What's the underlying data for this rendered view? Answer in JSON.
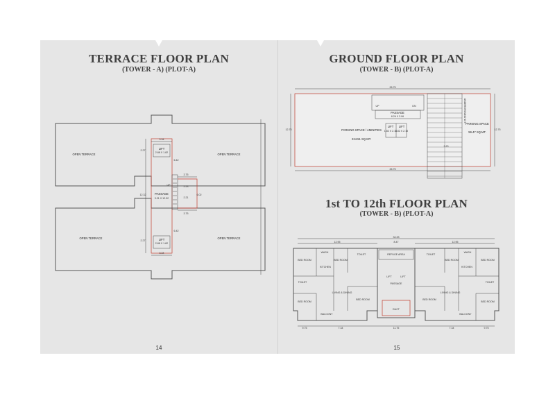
{
  "left_page": {
    "title": "TERRACE FLOOR PLAN",
    "subtitle": "(TOWER - A) (PLOT-A)",
    "page_number": "14",
    "plan": {
      "open_terrace": "OPEN TERRACE",
      "lift_top": "LIFT",
      "lift_top_size": "2.88 X 1.82",
      "lift_bottom": "LIFT",
      "lift_bottom_size": "2.88 X 1.82",
      "passage": "PASSAGE",
      "passage_size": "3.21 X 12.32",
      "up": "UP",
      "dims": [
        "3.34",
        "2.27",
        "6.42",
        "3.75",
        "2.23",
        "2.21",
        "6.02",
        "12.32",
        "3.75",
        "2.27",
        "6.42",
        "3.34"
      ]
    }
  },
  "right_page": {
    "ground": {
      "title": "GROUND FLOOR PLAN",
      "subtitle": "(TOWER - B) (PLOT-A)",
      "parking_amenities": "PARKING SPACE / AMINITIES",
      "parking_amenities_area": "224.51 SQ.MT.",
      "parking_space": "PARKING SPACE",
      "parking_space_area": "59.47 SQ.MT.",
      "passage": "PASSAGE",
      "passage_size": "8.26 X 3.06",
      "lift": "LIFT",
      "lift_size": "1.82 X 2.15",
      "underground_water_tank": "UNDERGROUND W.T.",
      "up": "UP",
      "dn": "DN",
      "dims": [
        "26.75",
        "12.75",
        "26.75",
        "12.75",
        "3.23"
      ]
    },
    "typical": {
      "title": "1st TO 12th FLOOR PLAN",
      "subtitle": "(TOWER - B) (PLOT-A)",
      "rooms": {
        "bed_room": "BED ROOM",
        "kitchen": "KITCHEN",
        "toilet": "TOILET",
        "wash": "WASH",
        "living_dining": "LIVING & DINING",
        "balcony": "BALCONY",
        "passage": "PASSAGE",
        "lift": "LIFT",
        "duct": "DUCT",
        "refuge_area": "REFUGE AREA"
      },
      "dims": [
        "34.33",
        "12.95",
        "8.47",
        "12.95",
        "9.75",
        "7.34",
        "11.75",
        "7.34",
        "9.75"
      ]
    },
    "page_number": "15"
  }
}
